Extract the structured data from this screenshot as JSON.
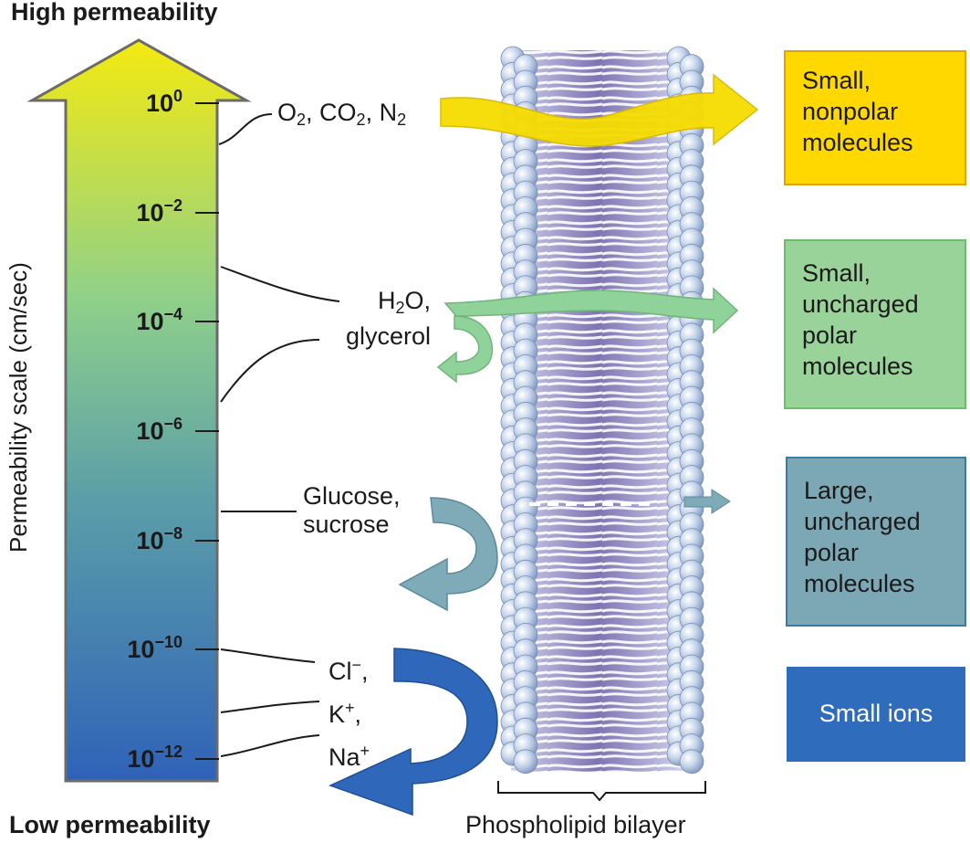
{
  "axis": {
    "top_label": "High permeability",
    "bottom_label": "Low permeability",
    "title": "Permeability scale (cm/sec)",
    "ticks": [
      {
        "base": "10",
        "exp": "0"
      },
      {
        "base": "10",
        "exp": "−2"
      },
      {
        "base": "10",
        "exp": "−4"
      },
      {
        "base": "10",
        "exp": "−6"
      },
      {
        "base": "10",
        "exp": "−8"
      },
      {
        "base": "10",
        "exp": "−10"
      },
      {
        "base": "10",
        "exp": "−12"
      }
    ],
    "gradient_colors": [
      "#f3e600",
      "#8ccf8a",
      "#5a9aa8",
      "#2f64b8"
    ]
  },
  "molecules": {
    "gases": {
      "o2": "O",
      "o2_sub": "2",
      "co2": "CO",
      "co2_sub": "2",
      "n2": "N",
      "n2_sub": "2",
      "sep": ", "
    },
    "water": {
      "line1_base": "H",
      "line1_sub": "2",
      "line1_rest": "O,",
      "line2": "glycerol"
    },
    "sugars": {
      "line1": "Glucose,",
      "line2": "sucrose"
    },
    "ions": {
      "cl": "Cl",
      "cl_sup": "−",
      "cl_tail": ",",
      "k": "K",
      "k_sup": "+",
      "k_tail": ",",
      "na": "Na",
      "na_sup": "+"
    }
  },
  "categories": [
    {
      "label": "Small, nonpolar molecules",
      "line1": "Small,",
      "line2": "nonpolar",
      "line3": "molecules",
      "color": "#ffd800"
    },
    {
      "label": "Small, uncharged polar molecules",
      "line1": "Small,",
      "line2": "uncharged",
      "line3": "polar",
      "line4": "molecules",
      "color": "#9ad39a"
    },
    {
      "label": "Large, uncharged polar molecules",
      "line1": "Large,",
      "line2": "uncharged",
      "line3": "polar",
      "line4": "molecules",
      "color": "#7ca8b6"
    },
    {
      "label": "Small ions",
      "line1": "Small ions",
      "color": "#2f6cbc"
    }
  ],
  "bilayer": {
    "label": "Phospholipid bilayer",
    "head_color": "#b9cbe3",
    "core_color": "#8a7fb8"
  }
}
